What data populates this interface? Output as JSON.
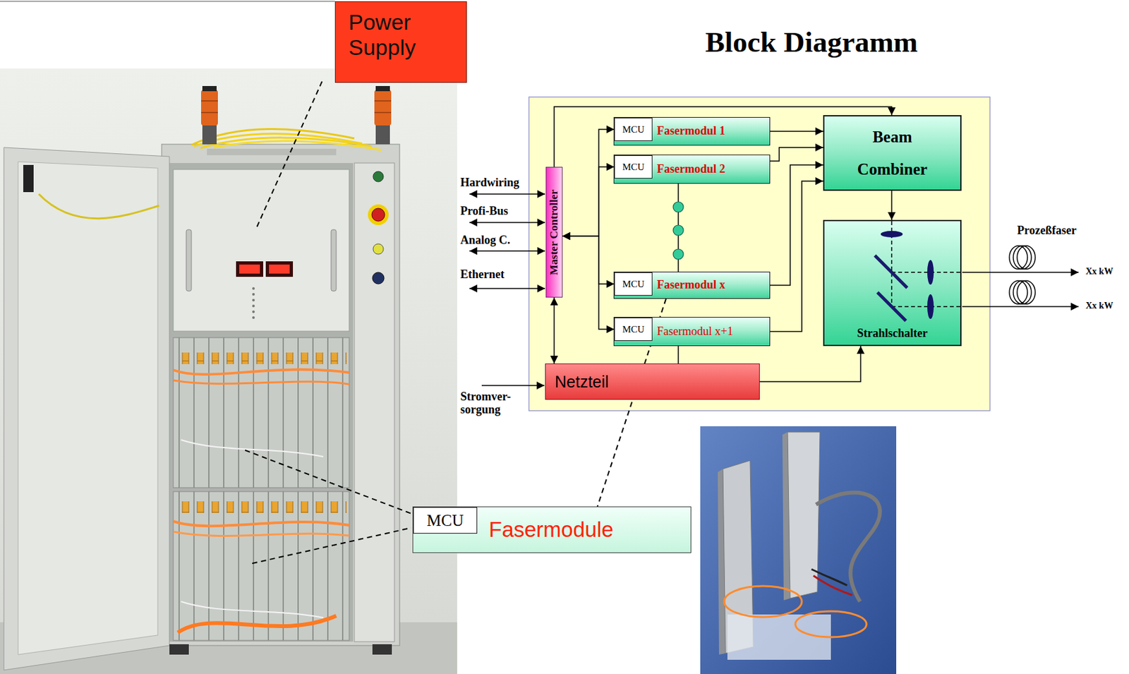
{
  "diagram": {
    "title": "Block Diagramm",
    "nodes": [
      {
        "text": [
          "Power Supply"
        ]
      },
      {
        "text": [
          "Master Controller"
        ]
      },
      {
        "text": [
          "Fasermodul 1"
        ]
      },
      {
        "text": [
          "MCU"
        ],
        "in": 2
      },
      {
        "text": [
          "Fasermodul 2"
        ]
      },
      {
        "text": [
          "MCU"
        ],
        "in": 4
      },
      {
        "text": [
          "Fasermodul x"
        ]
      },
      {
        "text": [
          "MCU"
        ],
        "in": 6
      },
      {
        "text": [
          "Fasermodul x+1"
        ]
      },
      {
        "text": [
          "MCU"
        ],
        "in": 8
      },
      {
        "text": [
          "Beam Combiner"
        ]
      },
      {
        "text": [
          "Strahlschalter"
        ]
      },
      {
        "text": [
          "Netzteil"
        ]
      },
      {
        "text": [
          "Fasermodule"
        ]
      },
      {
        "text": [
          "MCU"
        ],
        "in": 13
      }
    ],
    "edges": [
      {
        "from": 1,
        "to": 3,
        "arrow": "both"
      },
      {
        "from": 1,
        "to": 5,
        "arrow": "both"
      },
      {
        "from": 1,
        "to": 7,
        "arrow": "both"
      },
      {
        "from": 1,
        "to": 9,
        "arrow": "both"
      },
      {
        "from": 1,
        "to": 10,
        "arrow": "to"
      },
      {
        "from": 2,
        "to": 10,
        "arrow": "to"
      },
      {
        "from": 4,
        "to": 10,
        "arrow": "to"
      },
      {
        "from": 6,
        "to": 10,
        "arrow": "to"
      },
      {
        "from": 8,
        "to": 10,
        "arrow": "to"
      },
      {
        "from": 10,
        "to": 11,
        "arrow": "to"
      },
      {
        "from": 1,
        "to": 12,
        "arrow": "both"
      },
      {
        "from": 12,
        "to": 11,
        "arrow": "to"
      },
      {
        "from": 4,
        "to": 6,
        "arrow": "none"
      },
      {
        "from": 8,
        "to": 12,
        "arrow": "none"
      },
      {
        "from": 6,
        "to": 13,
        "arrow": "none"
      }
    ],
    "labels": [
      "Hardwiring",
      "Profi-Bus",
      "Analog C.",
      "Ethernet",
      "Stromver- sorgung",
      "Prozeßfaser",
      "Xx kW",
      "Xx kW"
    ]
  }
}
